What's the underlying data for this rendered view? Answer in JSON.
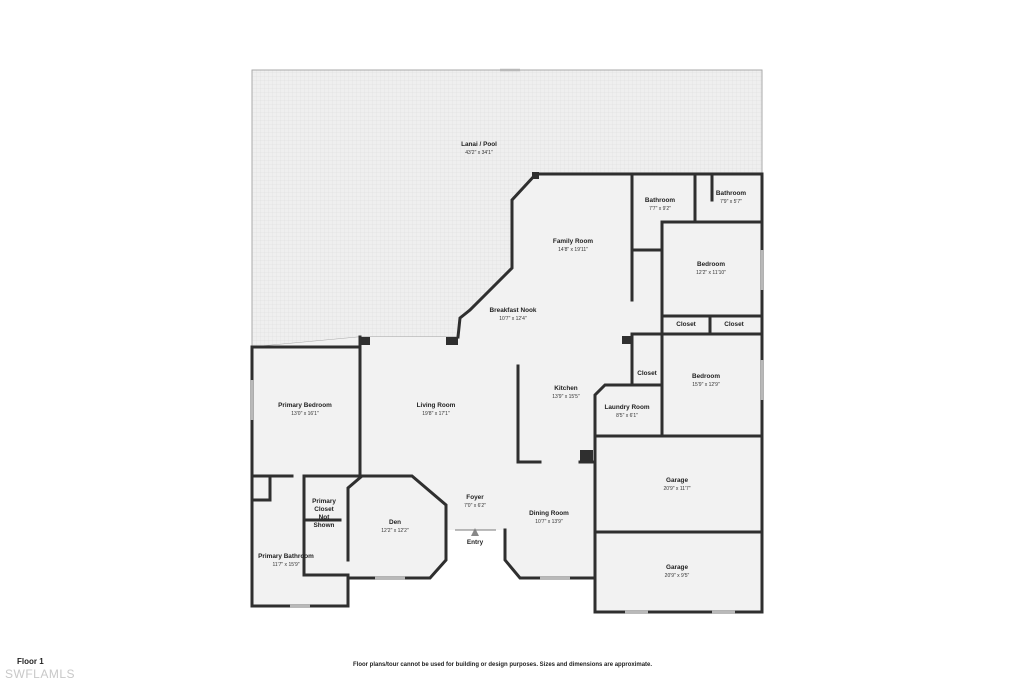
{
  "rooms": {
    "lanai": {
      "name": "Lanai / Pool",
      "dim": "43'2\" x 34'1\""
    },
    "family_room": {
      "name": "Family Room",
      "dim": "14'8\" x 19'11\""
    },
    "bathroom_a": {
      "name": "Bathroom",
      "dim": "7'7\" x 9'2\""
    },
    "bathroom_b": {
      "name": "Bathroom",
      "dim": "7'9\" x 5'7\""
    },
    "bedroom_a": {
      "name": "Bedroom",
      "dim": "12'2\" x 11'10\""
    },
    "closet_a": {
      "name": "Closet"
    },
    "closet_b": {
      "name": "Closet"
    },
    "breakfast_nook": {
      "name": "Breakfast Nook",
      "dim": "10'7\" x 12'4\""
    },
    "closet_c": {
      "name": "Closet"
    },
    "bedroom_b": {
      "name": "Bedroom",
      "dim": "15'9\" x 12'9\""
    },
    "kitchen": {
      "name": "Kitchen",
      "dim": "13'9\" x 15'5\""
    },
    "laundry_room": {
      "name": "Laundry Room",
      "dim": "8'5\" x 6'1\""
    },
    "primary_bedroom": {
      "name": "Primary Bedroom",
      "dim": "13'0\" x 16'1\""
    },
    "living_room": {
      "name": "Living Room",
      "dim": "19'8\" x 17'1\""
    },
    "garage_a": {
      "name": "Garage",
      "dim": "20'9\" x 11'7\""
    },
    "primary_closet": {
      "name_line1": "Primary",
      "name_line2": "Closet",
      "name_line3": "Not",
      "name_line4": "Shown"
    },
    "foyer": {
      "name": "Foyer",
      "dim": "7'0\" x 6'2\""
    },
    "den": {
      "name": "Den",
      "dim": "12'2\" x 12'2\""
    },
    "dining_room": {
      "name": "Dining Room",
      "dim": "10'7\" x 13'9\""
    },
    "entry": {
      "name": "Entry"
    },
    "primary_bathroom": {
      "name": "Primary Bathroom",
      "dim": "11'7\" x 15'9\""
    },
    "garage_b": {
      "name": "Garage",
      "dim": "20'9\" x 9'5\""
    }
  },
  "footer": {
    "floor": "Floor 1",
    "disclaimer": "Floor plans/tour cannot be used for building or design purposes. Sizes and dimensions are approximate.",
    "watermark": "SWFLAMLS"
  },
  "colors": {
    "wall": "#2f2f2f",
    "floor": "#f1f1f1",
    "lanai_tile": "#e9e9e9",
    "window": "#b9b9b9"
  }
}
